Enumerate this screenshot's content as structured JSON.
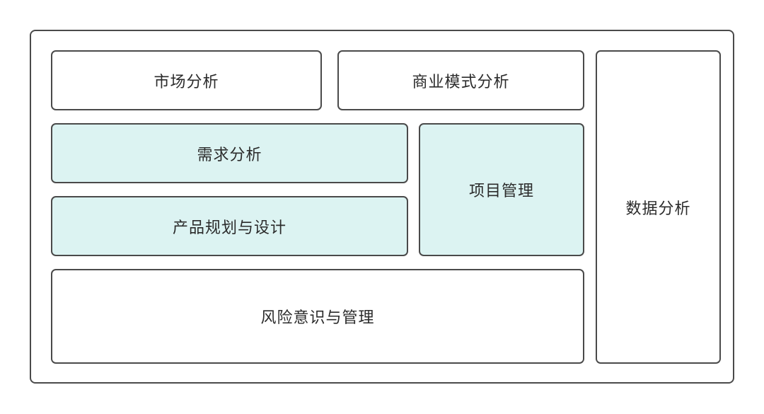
{
  "diagram": {
    "boxes": {
      "market_analysis": "市场分析",
      "business_model_analysis": "商业模式分析",
      "requirements_analysis": "需求分析",
      "product_planning_design": "产品规划与设计",
      "project_management": "项目管理",
      "data_analysis": "数据分析",
      "risk_awareness_management": "风险意识与管理"
    },
    "colors": {
      "highlight_fill": "#dcf3f2",
      "default_fill": "#ffffff",
      "border": "#4a4a4a"
    }
  }
}
